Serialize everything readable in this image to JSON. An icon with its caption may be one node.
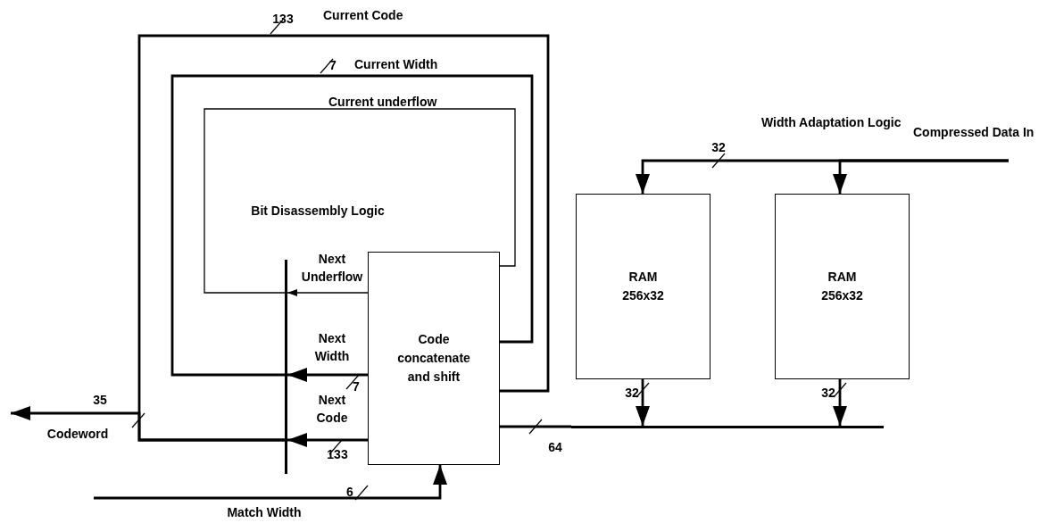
{
  "diagram": {
    "nodes": [
      {
        "text": [
          "Code concatenate and shift"
        ]
      },
      {
        "text": [
          "RAM 256x32"
        ]
      },
      {
        "text": [
          "RAM 256x32"
        ]
      },
      {
        "text": [],
        "shape": "bar"
      },
      {
        "text": [],
        "shape": "bar"
      }
    ],
    "edges": [
      {
        "from": 0,
        "to": 3,
        "arrow": "to",
        "label": "Next Underflow"
      },
      {
        "from": 0,
        "to": 3,
        "arrow": "to",
        "label": "Next Width"
      },
      {
        "from": 0,
        "to": 3,
        "arrow": "to",
        "label": "Next Code"
      },
      {
        "from": 3,
        "to": 0,
        "arrow": "none",
        "label": "Current underflow"
      },
      {
        "from": 3,
        "to": 0,
        "arrow": "none",
        "label": "Current Width"
      },
      {
        "from": 3,
        "to": 0,
        "arrow": "none",
        "label": "Current Code"
      },
      {
        "from": 3,
        "to": null,
        "arrow": "to",
        "label": "Codeword"
      },
      {
        "from": null,
        "to": 0,
        "arrow": "to",
        "label": "Match Width"
      },
      {
        "from": null,
        "to": 1,
        "arrow": "to",
        "label": "Compressed Data In"
      },
      {
        "from": null,
        "to": 2,
        "arrow": "to"
      },
      {
        "from": 1,
        "to": 4,
        "arrow": "to"
      },
      {
        "from": 2,
        "to": 4,
        "arrow": "to"
      },
      {
        "from": 4,
        "to": 0,
        "arrow": "none"
      }
    ],
    "labels": [
      "133",
      "7",
      "Width Adaptation Logic",
      "32",
      "Bit Disassembly Logic",
      "7",
      "35",
      "133",
      "32",
      "32",
      "64",
      "6"
    ]
  }
}
